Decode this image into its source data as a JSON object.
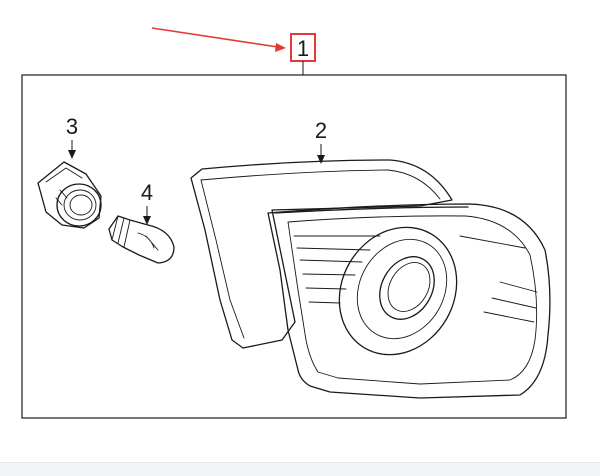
{
  "diagram": {
    "callouts": {
      "assembly": "1",
      "lens_housing": "2",
      "socket": "3",
      "bulb": "4"
    },
    "colors": {
      "line": "#1a1a1a",
      "highlight": "#e53935",
      "background": "#ffffff",
      "footer": "#f1f3f6"
    }
  }
}
